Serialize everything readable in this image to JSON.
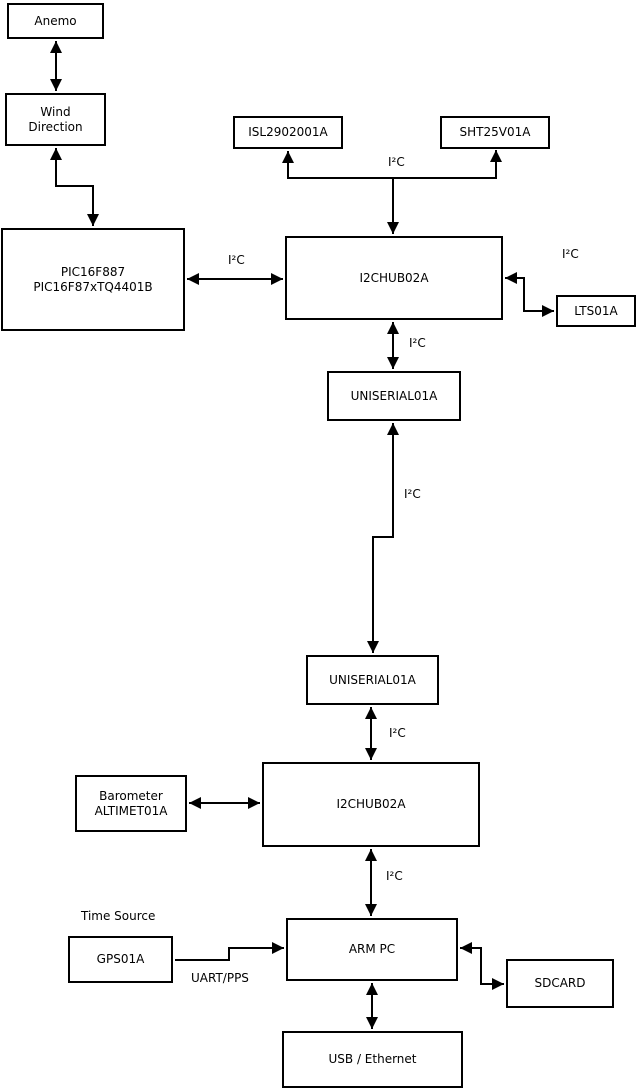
{
  "diagram": {
    "background_color": "#ffffff",
    "line_color": "#000000",
    "nodes": {
      "anemo": {
        "label": "Anemo"
      },
      "wind_direction": {
        "line1": "Wind",
        "line2": "Direction"
      },
      "pic": {
        "line1": "PIC16F887",
        "line2": "PIC16F87xTQ4401B"
      },
      "isl": {
        "label": "ISL2902001A"
      },
      "sht": {
        "label": "SHT25V01A"
      },
      "i2chub_top": {
        "label": "I2CHUB02A"
      },
      "lts": {
        "label": "LTS01A"
      },
      "uniserial_top": {
        "label": "UNISERIAL01A"
      },
      "uniserial_bottom": {
        "label": "UNISERIAL01A"
      },
      "i2chub_bottom": {
        "label": "I2CHUB02A"
      },
      "barometer": {
        "line1": "Barometer",
        "line2": "ALTIMET01A"
      },
      "gps": {
        "label": "GPS01A"
      },
      "arm_pc": {
        "label": "ARM PC"
      },
      "sdcard": {
        "label": "SDCARD"
      },
      "usb_ethernet": {
        "label": "USB / Ethernet"
      }
    },
    "edge_labels": {
      "i2c_sensor_branch": "I²C",
      "i2c_pic_hub": "I²C",
      "i2c_hub_lts": "I²C",
      "i2c_hub_uniserial": "I²C",
      "i2c_uniserial_link": "I²C",
      "i2c_uniserial_hub2": "I²C",
      "i2c_hub2_armpc": "I²C",
      "time_source": "Time Source",
      "uart_pps": "UART/PPS"
    }
  }
}
